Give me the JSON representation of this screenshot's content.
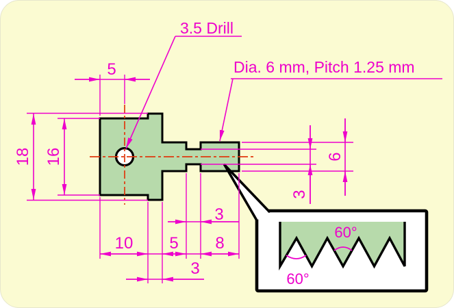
{
  "annotations": {
    "drill_label": "3.5 Drill",
    "thread_label": "Dia. 6 mm, Pitch 1.25 mm"
  },
  "dimensions": {
    "edge_to_hole": "5",
    "overall_height": "18",
    "head_height": "16",
    "head_length": "10",
    "collar_width": "3",
    "neck_length": "5",
    "groove_width": "3",
    "thread_length": "8",
    "groove_dia": "3",
    "thread_dia": "6",
    "thread_angle_top": "60°",
    "thread_angle_bottom": "60°"
  },
  "colors": {
    "background": "#FBFBD2",
    "part_fill": "#B7DAAB",
    "dimension_magenta": "#ED00CB",
    "centerline_red": "#E0380E",
    "outline_black": "#000000"
  }
}
